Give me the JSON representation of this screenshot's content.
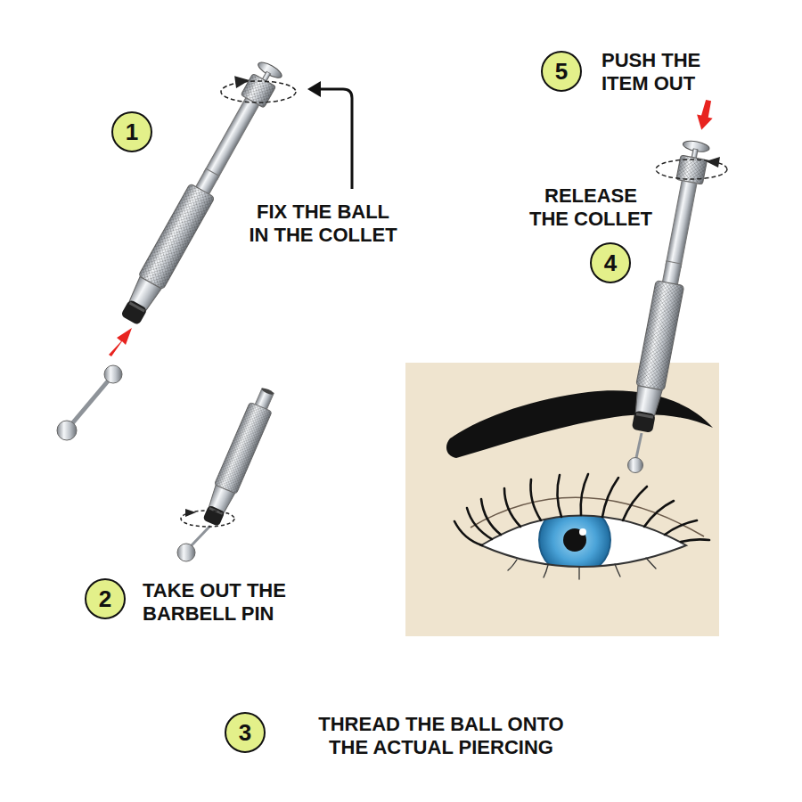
{
  "diagram": {
    "nodes": [
      {
        "text": [
          "1"
        ]
      },
      {
        "text": [
          "2"
        ]
      },
      {
        "text": [
          "3"
        ]
      },
      {
        "text": [
          "4"
        ]
      },
      {
        "text": [
          "5"
        ]
      }
    ],
    "labels": [
      "FIX THE BALL IN THE COLLET",
      "TAKE OUT THE BARBELL PIN",
      "THREAD THE BALL ONTO THE ACTUAL PIERCING",
      "RELEASE THE COLLET",
      "PUSH THE ITEM OUT"
    ]
  }
}
